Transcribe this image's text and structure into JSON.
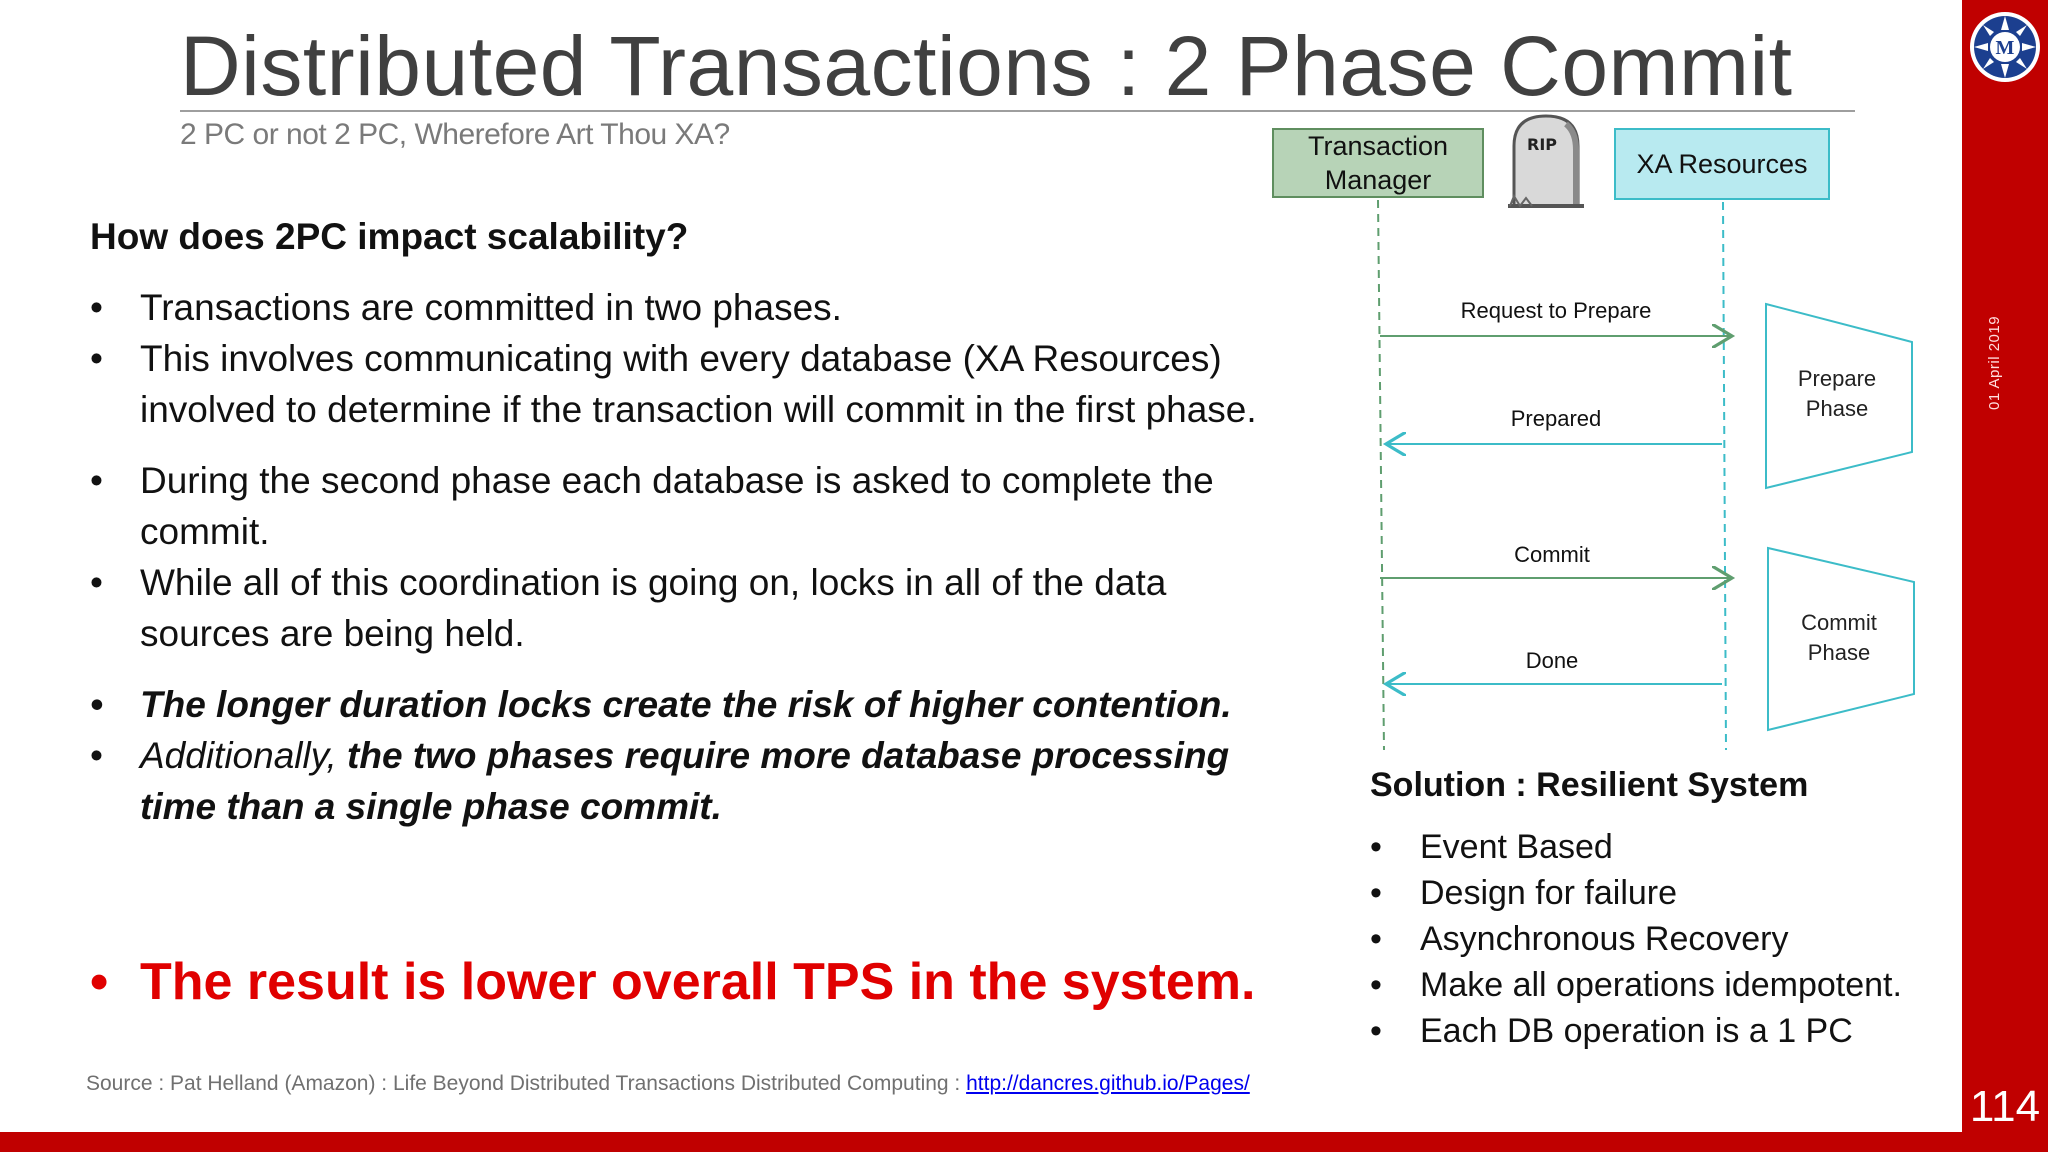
{
  "slide": {
    "title": "Distributed Transactions : 2 Phase Commit",
    "subtitle": "2 PC or not 2 PC, Wherefore Art Thou XA?",
    "date": "01 April 2019",
    "page_number": "114",
    "logo_letter": "M"
  },
  "main": {
    "question": "How does 2PC impact scalability?",
    "bullet_1": "Transactions are committed in two phases.",
    "bullet_2": "This involves communicating with every database (XA Resources) involved to determine if the transaction will commit in the first phase.",
    "bullet_3": "During the second phase each database is asked to complete the commit.",
    "bullet_4": "While all of this coordination is going on, locks in all of the data sources are being held.",
    "bullet_5": "The longer duration locks create the risk of higher contention.",
    "bullet_6_italic": "Additionally, ",
    "bullet_6_bold": "the two phases require more database processing time than a single phase commit.",
    "result": "The result is lower overall TPS in the system."
  },
  "source": {
    "text": "Source : Pat Helland (Amazon) : Life Beyond Distributed Transactions Distributed Computing : ",
    "link": "http://dancres.github.io/Pages/"
  },
  "diagram": {
    "transaction_manager": "Transaction Manager",
    "xa_resources": "XA Resources",
    "tombstone_text": "RIP",
    "msg_request_prepare": "Request to Prepare",
    "msg_prepared": "Prepared",
    "msg_commit": "Commit",
    "msg_done": "Done",
    "prepare_phase": "Prepare Phase",
    "commit_phase": "Commit Phase"
  },
  "solution": {
    "title": "Solution : Resilient System",
    "items": [
      "Event Based",
      "Design for failure",
      "Asynchronous Recovery",
      "Make all operations idempotent.",
      "Each DB operation is a 1 PC"
    ]
  },
  "colors": {
    "accent_red": "#c00000",
    "result_red": "#e00000",
    "tm_green": "#5f8e5f",
    "xa_teal": "#3cbcc8"
  }
}
